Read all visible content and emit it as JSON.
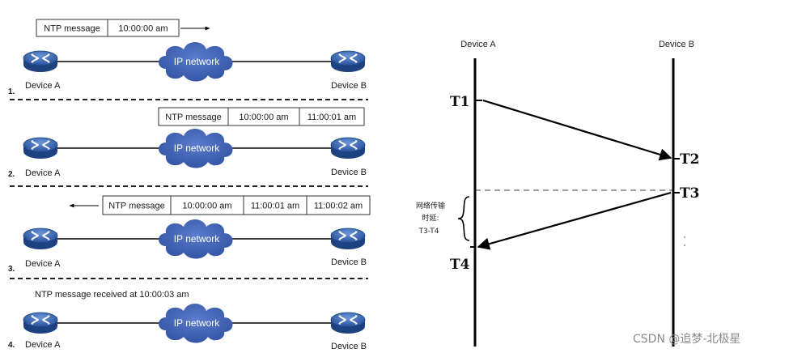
{
  "left_panel": {
    "panels": [
      {
        "step": "1.",
        "device_a": "Device A",
        "device_b": "Device B",
        "cloud": "IP network",
        "message": [
          "NTP message",
          "10:00:00 am"
        ],
        "arrow": "right"
      },
      {
        "step": "2.",
        "device_a": "Device A",
        "device_b": "Device B",
        "cloud": "IP network",
        "message": [
          "NTP message",
          "10:00:00 am",
          "11:00:01 am"
        ],
        "arrow": "none"
      },
      {
        "step": "3.",
        "device_a": "Device A",
        "device_b": "Device B",
        "cloud": "IP network",
        "message": [
          "NTP message",
          "10:00:00 am",
          "11:00:01 am",
          "11:00:02 am"
        ],
        "arrow": "left"
      },
      {
        "step": "4.",
        "device_a": "Device A",
        "device_b": "Device B",
        "cloud": "IP network",
        "received_text": "NTP message received at 10:00:03 am",
        "arrow": "none"
      }
    ]
  },
  "right_panel": {
    "device_a_title": "Device A",
    "device_b_title": "Device B",
    "t1": "T1",
    "t2": "T2",
    "t3": "T3",
    "t4": "T4",
    "delay_note_line1": "网络传输",
    "delay_note_line2": "时延:",
    "delay_note_line3": "T3-T4"
  },
  "watermark": "CSDN @追梦-北极星",
  "colors": {
    "router_body": "#2f62b0",
    "cloud": "#3f61b3",
    "line": "#000000"
  }
}
